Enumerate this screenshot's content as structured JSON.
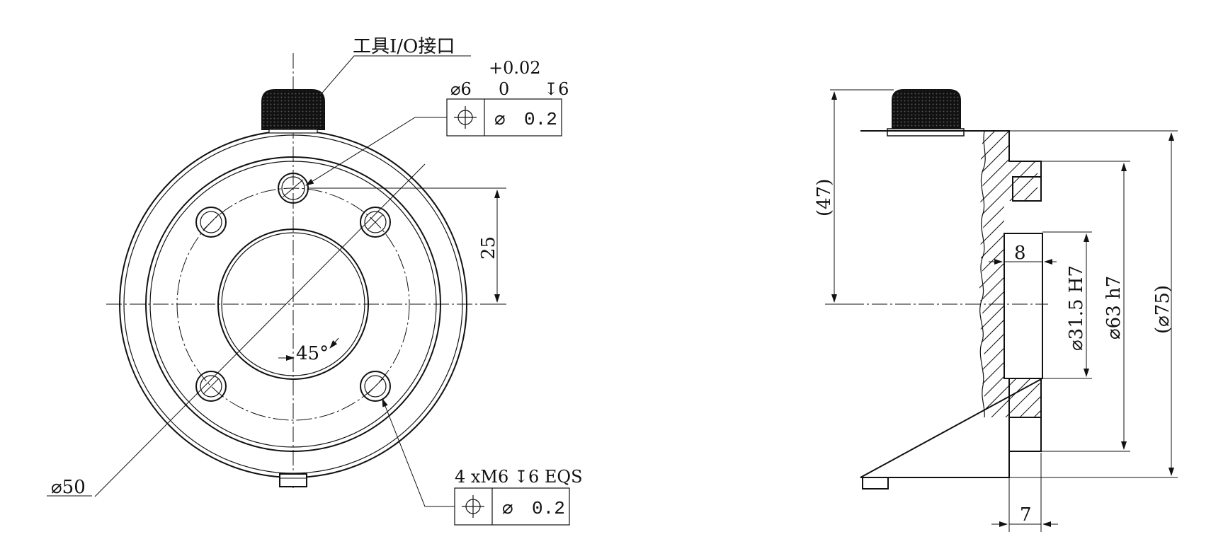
{
  "front_view": {
    "io_label": "工具I/O接口",
    "hole_tol_plus": "+0.02",
    "hole_spec_dia": "⌀6",
    "hole_tol_zero": "0",
    "hole_spec_depth": "↧6",
    "fcf1_dia": "⌀",
    "fcf1_tol": "0.2",
    "dim_25": "25",
    "dim_45": "45°",
    "dim_dia50": "⌀50",
    "thread_spec": "4 xM6 ↧6 EQS",
    "fcf2_dia": "⌀",
    "fcf2_tol": "0.2"
  },
  "side_view": {
    "dim_47": "(47)",
    "dim_8": "8",
    "dim_315": "⌀31.5 H7",
    "dim_63": "⌀63 h7",
    "dim_75": "(⌀75)",
    "dim_7": "7"
  }
}
